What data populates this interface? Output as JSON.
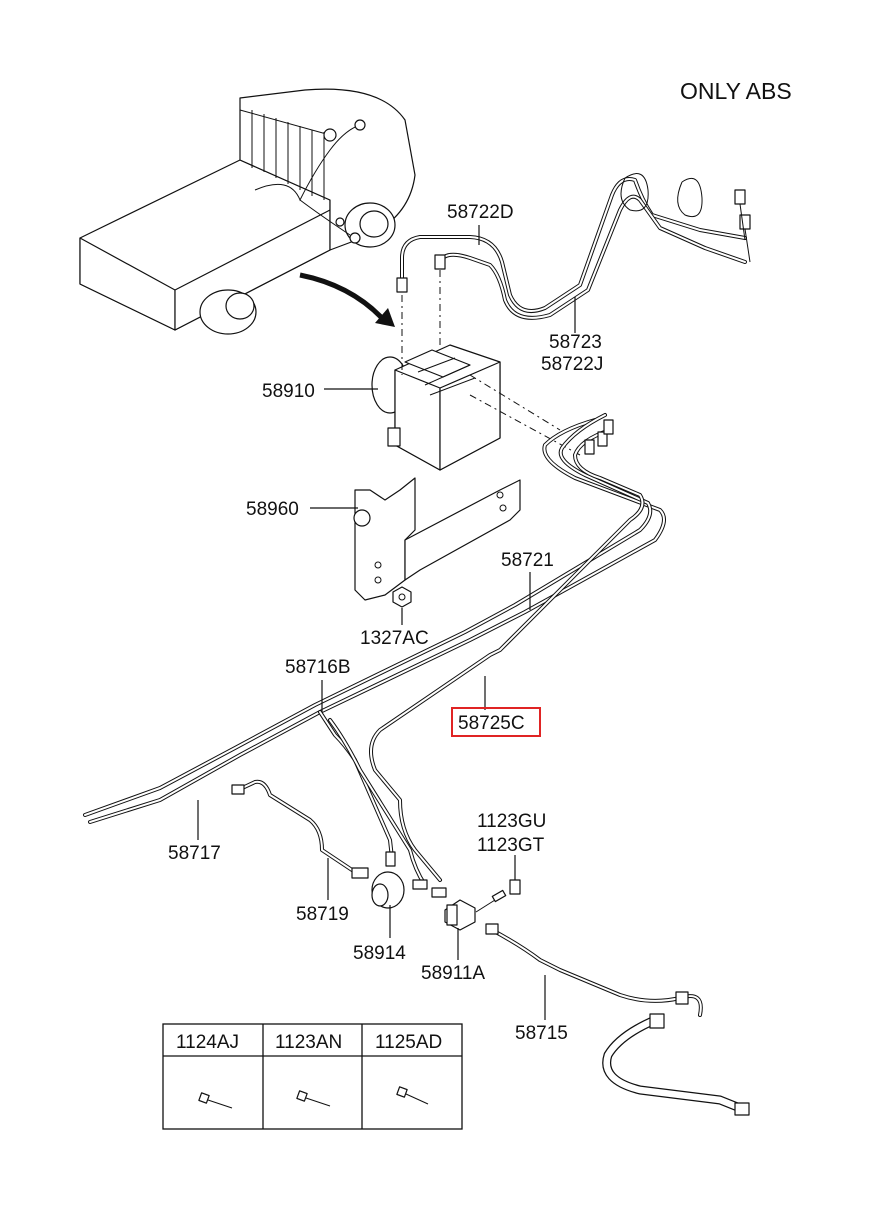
{
  "header": {
    "note": "ONLY ABS"
  },
  "parts": {
    "p58722D": "58722D",
    "p58723": "58723",
    "p58722J": "58722J",
    "p58910": "58910",
    "p58960": "58960",
    "p58721": "58721",
    "p1327AC": "1327AC",
    "p58716B": "58716B",
    "p58725C": "58725C",
    "p1123GU": "1123GU",
    "p1123GT": "1123GT",
    "p58717": "58717",
    "p58719": "58719",
    "p58914": "58914",
    "p58911A": "58911A",
    "p58715": "58715"
  },
  "highlight": {
    "part": "58725C",
    "color": "#e02424"
  },
  "bolt_table": {
    "headers": [
      "1124AJ",
      "1123AN",
      "1125AD"
    ]
  }
}
